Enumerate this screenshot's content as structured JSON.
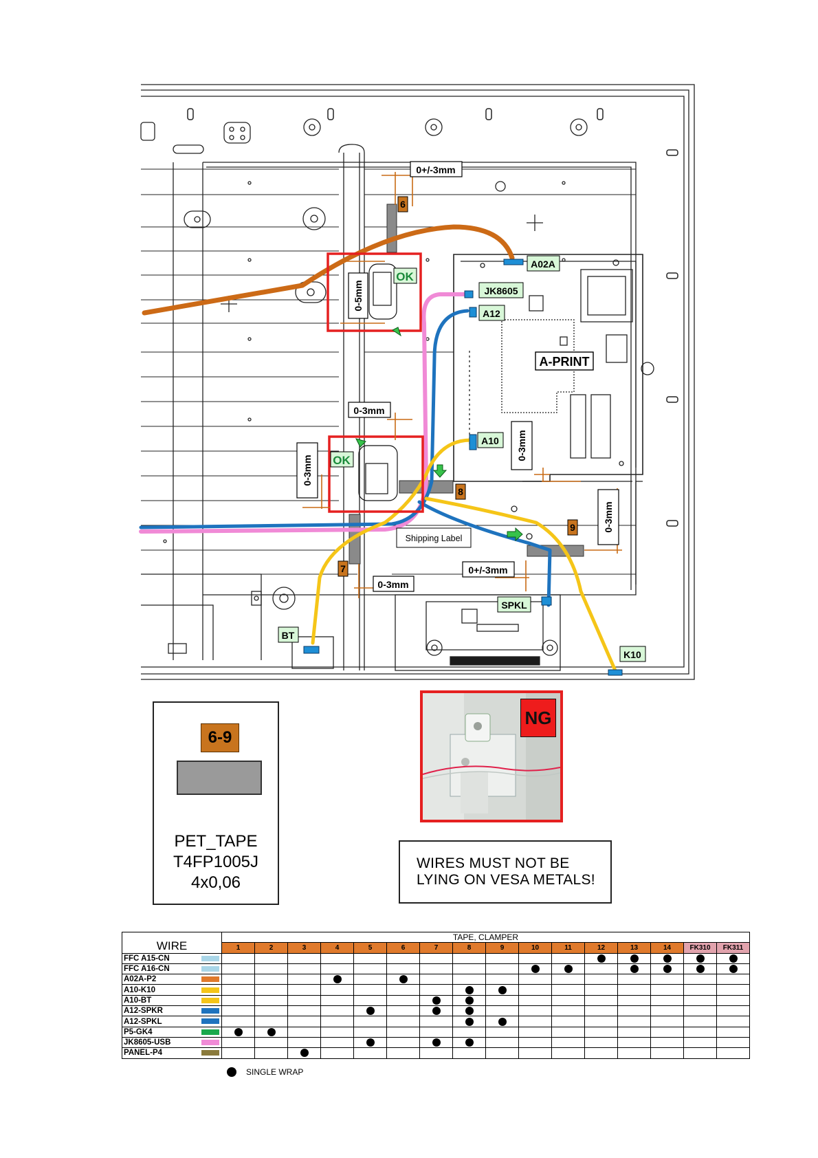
{
  "labels": {
    "dim_top": "0+/-3mm",
    "dim_mid": "0-3mm",
    "dim_left": "0-3mm",
    "dim_05": "0-5mm",
    "dim_bot": "0-3mm",
    "dim_bot2": "0+/-3mm",
    "dim_right1": "0-3mm",
    "dim_right2": "0-3mm",
    "ok1": "OK",
    "ok2": "OK",
    "a02a": "A02A",
    "jk8605": "JK8605",
    "a12": "A12",
    "aprint": "A-PRINT",
    "a10": "A10",
    "spkl": "SPKL",
    "bt": "BT",
    "k10": "K10",
    "shipping": "Shipping  Label",
    "tape6": "6",
    "tape7": "7",
    "tape8": "8",
    "tape9": "9"
  },
  "legend": {
    "number": "6-9",
    "line1": "PET_TAPE",
    "line2": "T4FP1005J",
    "line3": "4x0,06"
  },
  "ng": {
    "badge": "NG",
    "warning_line1": "WIRES  MUST  NOT  BE",
    "warning_line2": "LYING  ON  VESA METALS!"
  },
  "table": {
    "wire_header": "WIRE",
    "group_header": "TAPE, CLAMPER",
    "columns": [
      "1",
      "2",
      "3",
      "4",
      "5",
      "6",
      "7",
      "8",
      "9",
      "10",
      "11",
      "12",
      "13",
      "14",
      "FK310",
      "FK311"
    ],
    "rows": [
      {
        "name": "FFC A15-CN",
        "color": "#a9d6e8",
        "marks": [
          12,
          13,
          14,
          15,
          16
        ]
      },
      {
        "name": "FFC A16-CN",
        "color": "#a9d6e8",
        "marks": [
          10,
          11,
          13,
          14,
          15,
          16
        ]
      },
      {
        "name": "A02A-P2",
        "color": "#e07a2c",
        "marks": [
          4,
          6
        ]
      },
      {
        "name": "A10-K10",
        "color": "#f5c518",
        "marks": [
          8,
          9
        ]
      },
      {
        "name": "A10-BT",
        "color": "#f5c518",
        "marks": [
          7,
          8
        ]
      },
      {
        "name": "A12-SPKR",
        "color": "#1e73be",
        "marks": [
          5,
          7,
          8
        ]
      },
      {
        "name": "A12-SPKL",
        "color": "#1e73be",
        "marks": [
          8,
          9
        ]
      },
      {
        "name": "P5-GK4",
        "color": "#1aa84c",
        "marks": [
          1,
          2
        ]
      },
      {
        "name": "JK8605-USB",
        "color": "#f08ad6",
        "marks": [
          5,
          7,
          8
        ]
      },
      {
        "name": "PANEL-P4",
        "color": "#8a7a3c",
        "marks": [
          3
        ]
      }
    ],
    "footnote": "SINGLE WRAP"
  }
}
